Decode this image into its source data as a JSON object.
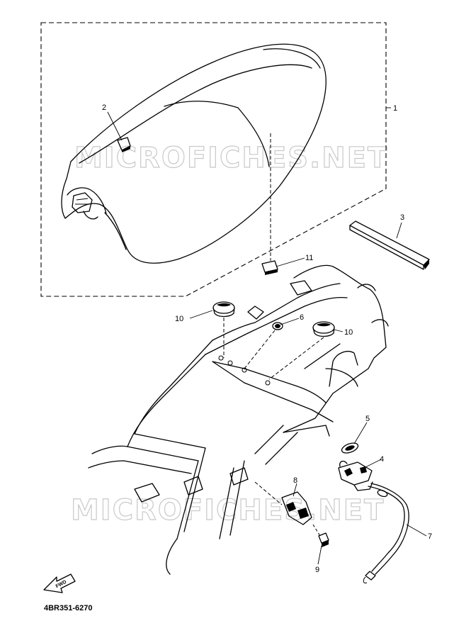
{
  "watermark": "MICROFICHES.NET",
  "part_code": "4BR351-6270",
  "front_arrow_label": "FWD",
  "callouts": [
    "1",
    "2",
    "3",
    "4",
    "5",
    "6",
    "7",
    "8",
    "9",
    "10",
    "10",
    "11"
  ]
}
